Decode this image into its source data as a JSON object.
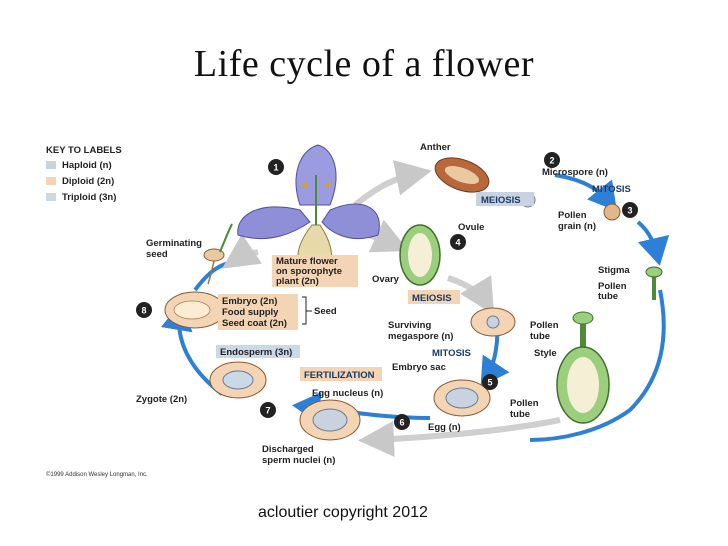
{
  "title": "Life cycle of a flower",
  "footer": "acloutier copyright 2012",
  "credit": "©1999 Addison Wesley Longman, Inc.",
  "key": {
    "heading": "KEY TO LABELS",
    "items": [
      {
        "label": "Haploid (n)",
        "color": "#c9d3df"
      },
      {
        "label": "Diploid (2n)",
        "color": "#f3d4b4"
      },
      {
        "label": "Triploid (3n)",
        "color": "#c9d9e8"
      }
    ]
  },
  "steps": [
    "1",
    "2",
    "3",
    "4",
    "5",
    "6",
    "7",
    "8"
  ],
  "processes": {
    "meiosis1": "MEIOSIS",
    "meiosis2": "MEIOSIS",
    "mitosis1": "MITOSIS",
    "mitosis2": "MITOSIS",
    "fertilization": "FERTILIZATION"
  },
  "labels": {
    "anther": "Anther",
    "microspore": "Microspore (n)",
    "pollen_grain_1": "Pollen",
    "pollen_grain_2": "grain (n)",
    "mature_flower_1": "Mature flower",
    "mature_flower_2": "on sporophyte",
    "mature_flower_3": "plant (2n)",
    "ovule": "Ovule",
    "ovary": "Ovary",
    "germinating_1": "Germinating",
    "germinating_2": "seed",
    "stigma": "Stigma",
    "pollen_tube_a1": "Pollen",
    "pollen_tube_a2": "tube",
    "embryo": "Embryo (2n)",
    "food_supply": "Food supply",
    "seed_coat": "Seed coat (2n)",
    "seed": "Seed",
    "surviving_1": "Surviving",
    "surviving_2": "megaspore (n)",
    "pollen_tube_b1": "Pollen",
    "pollen_tube_b2": "tube",
    "style": "Style",
    "endosperm": "Endosperm (3n)",
    "embryo_sac": "Embryo sac",
    "zygote": "Zygote (2n)",
    "egg_nucleus": "Egg nucleus (n)",
    "pollen_tube_c1": "Pollen",
    "pollen_tube_c2": "tube",
    "egg": "Egg (n)",
    "discharged_1": "Discharged",
    "discharged_2": "sperm nuclei (n)"
  },
  "colors": {
    "cycle_arrow": "#2e7fd6",
    "gray_arrow": "#c8c8c8",
    "step_circle": "#222222",
    "flower": "#8f8fd8",
    "diploid_fill": "#f3d4b4",
    "green": "#4d8a3a"
  }
}
